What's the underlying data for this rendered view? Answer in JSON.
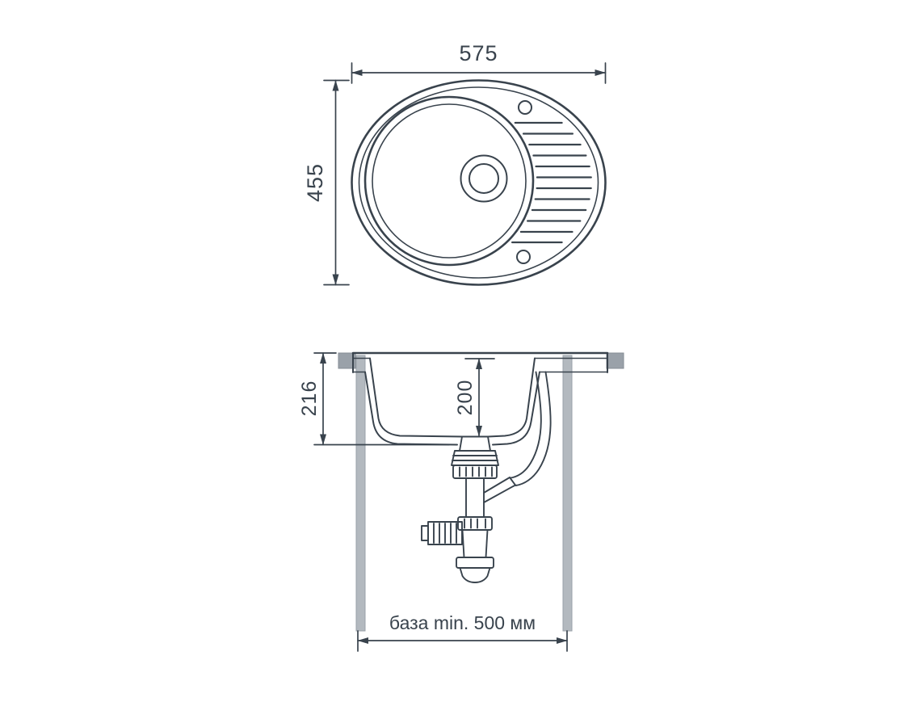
{
  "colors": {
    "background": "#ffffff",
    "line": "#39434d",
    "text": "#39434d",
    "cabinet_wall_fill": "#b3b9bf",
    "bracket_fill": "#9aa1a9"
  },
  "top_view": {
    "width_label": "575",
    "height_label": "455"
  },
  "section_view": {
    "depth_label": "216",
    "bowl_depth_label": "200",
    "base_label": "база min. 500 мм"
  }
}
